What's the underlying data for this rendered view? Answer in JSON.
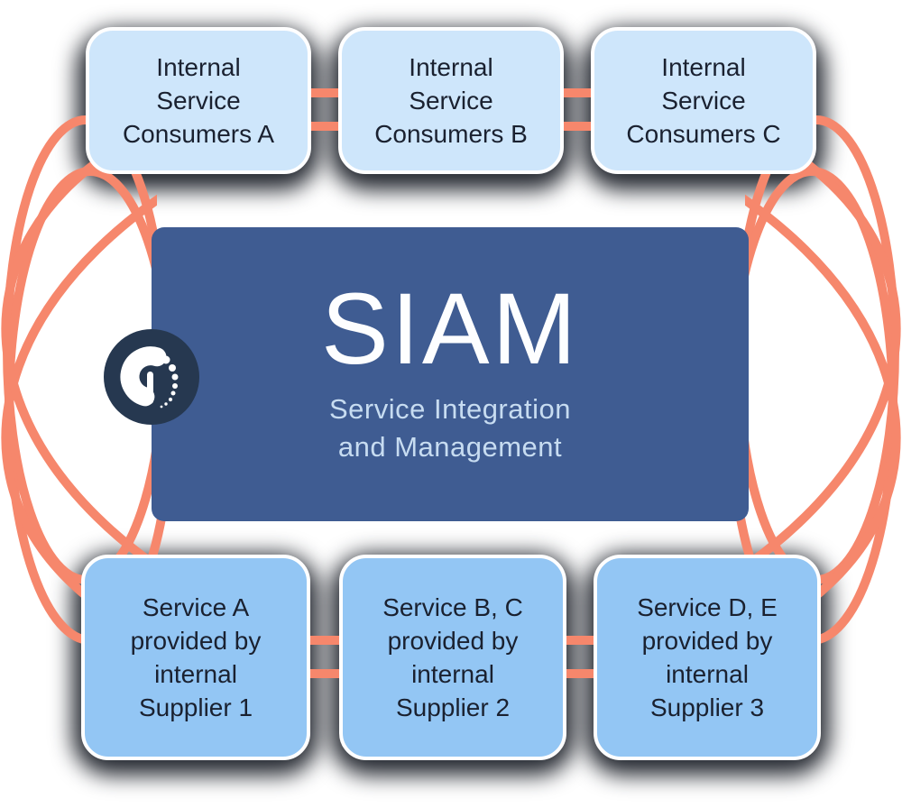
{
  "diagram": {
    "title_area": {
      "siam_title": "SIAM",
      "siam_subtitle": "Service Integration and Management"
    },
    "consumers": [
      {
        "label": "Internal Service Consumers A"
      },
      {
        "label": "Internal Service Consumers B"
      },
      {
        "label": "Internal Service Consumers C"
      }
    ],
    "suppliers": [
      {
        "label": "Service A provided by internal Supplier 1"
      },
      {
        "label": "Service B, C provided by internal Supplier 2"
      },
      {
        "label": "Service D, E provided by internal Supplier 3"
      }
    ],
    "icons": [
      {
        "name": "siam-spiral-logo-icon"
      }
    ],
    "colors": {
      "consumer_box": "#CEE6FB",
      "supplier_box": "#93C6F4",
      "siam_panel": "#3F5C92",
      "siam_title_text": "#FDFEFF",
      "siam_subtitle_text": "#C7DCF1",
      "node_text": "#1A2130",
      "connector_salmon": "#F6876C",
      "logo_badge_navy": "#263850",
      "box_border": "#FFFFFF",
      "background": "#FFFFFF"
    }
  }
}
